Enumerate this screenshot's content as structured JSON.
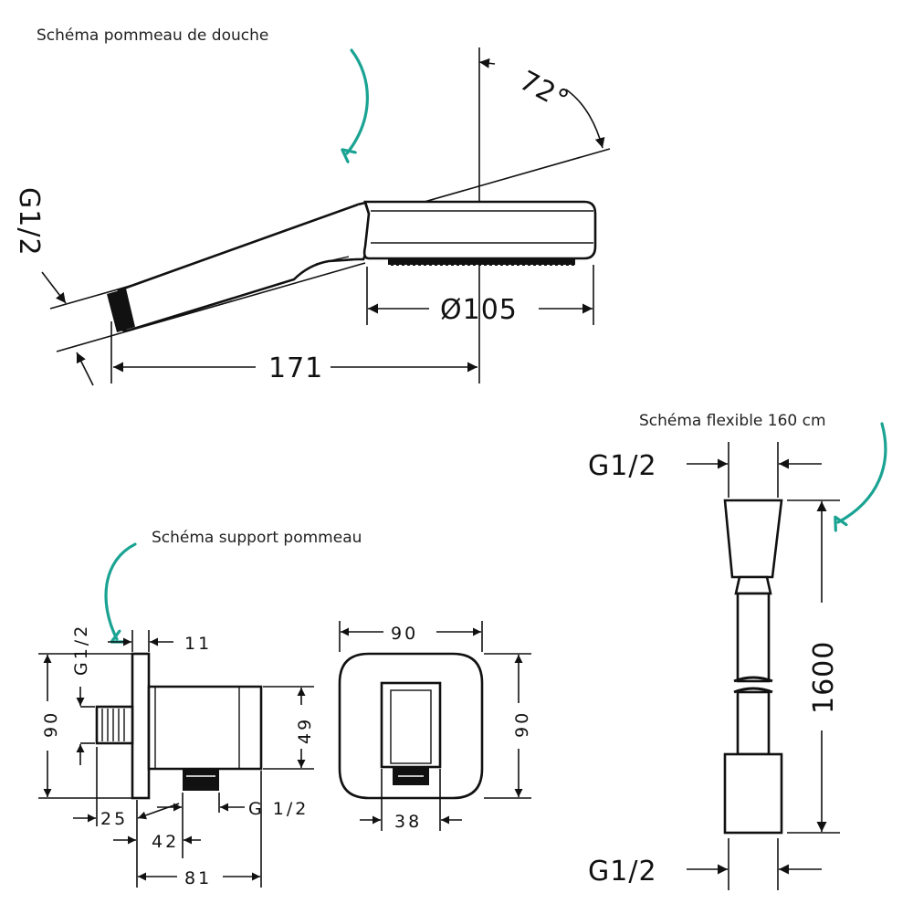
{
  "captions": {
    "shower_head": "Schéma pommeau de douche",
    "hose": "Schéma flexible 160 cm",
    "holder": "Schéma support pommeau"
  },
  "shower_head": {
    "thread": "G1/2",
    "diameter": "Ø105",
    "length": "171",
    "angle": "72°"
  },
  "hose": {
    "thread_top": "G1/2",
    "thread_bottom": "G1/2",
    "length": "1600"
  },
  "holder": {
    "thread_label": "G1/2",
    "plate_thickness": "11",
    "height": "90",
    "body_height": "49",
    "offset_25": "25",
    "outlet_42": "42",
    "depth": "81",
    "outlet_thread": "G  1/2",
    "front_width": "90",
    "front_height": "90",
    "front_38": "38"
  },
  "colors": {
    "annotation_arrow": "#1aa393",
    "drawing": "#111111"
  }
}
